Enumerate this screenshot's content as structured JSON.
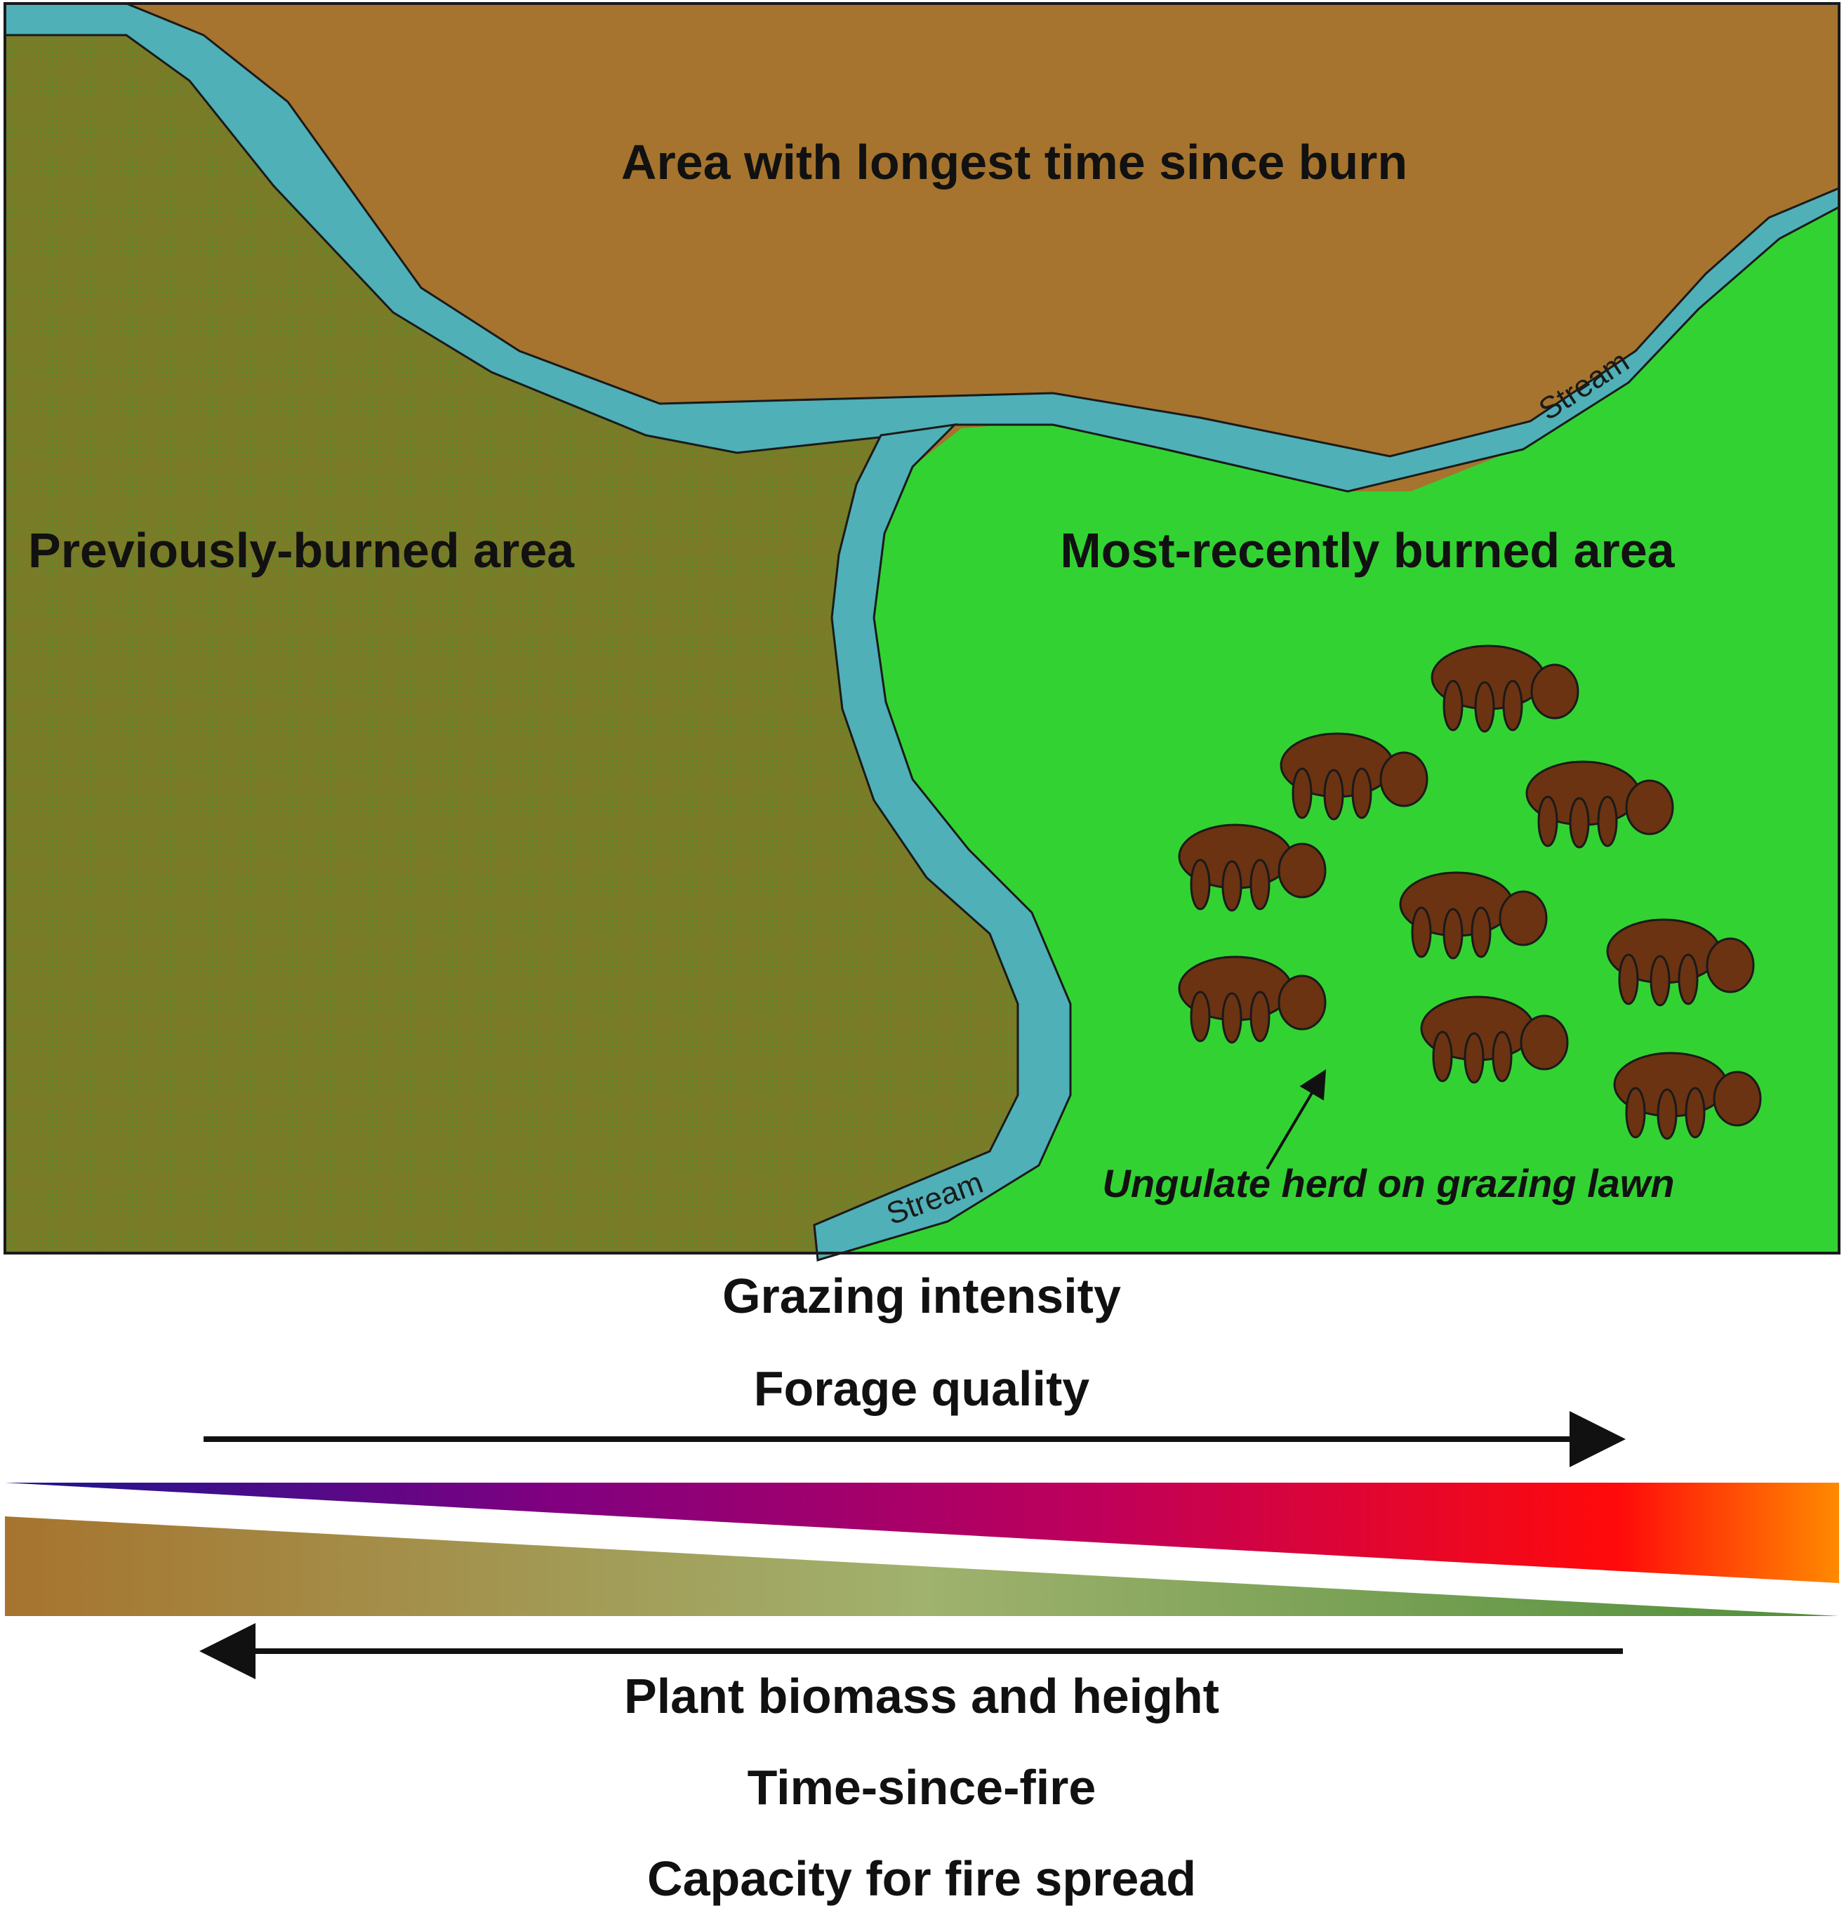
{
  "map": {
    "top_region_label": "Area with longest time since burn",
    "left_region_label": "Previously-burned area",
    "right_region_label": "Most-recently burned area",
    "stream_label_left": "Stream",
    "stream_label_right": "Stream",
    "herd_caption": "Ungulate herd on grazing lawn",
    "herd_count": 9
  },
  "gradient": {
    "upper_labels": [
      "Grazing intensity",
      "Forage quality"
    ],
    "lower_labels": [
      "Plant biomass and height",
      "Time-since-fire",
      "Capacity for fire spread"
    ],
    "upper_arrow_direction": "right",
    "lower_arrow_direction": "left"
  },
  "colors": {
    "longest_unburned": "#a6742e",
    "previously_burned": "#7a7a26",
    "recently_burned": "#33d233",
    "stream": "#4fb0b8",
    "animal": "#6b3311",
    "fire_gradient": [
      "#1b1790",
      "#800080",
      "#c0005a",
      "#ff0a0a",
      "#ff8a00"
    ],
    "biomass_gradient": [
      "#a6742e",
      "#a0a56a",
      "#4f8f3a"
    ]
  }
}
